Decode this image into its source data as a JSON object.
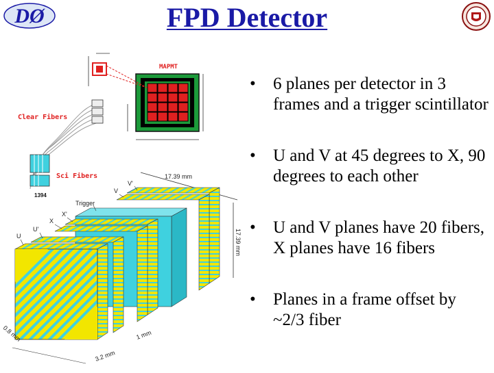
{
  "slide": {
    "title": "FPD Detector",
    "logo_left_text": "DØ",
    "bullet_glyph": "•",
    "bullets": [
      "6 planes per detector in 3 frames and a trigger scintillator",
      "U and V at 45 degrees to X, 90 degrees to each other",
      "U and V planes have 20 fibers, X planes have 16 fibers",
      "Planes in a frame offset by ~2/3 fiber"
    ]
  },
  "diagram": {
    "label_clear_fibers": "Clear Fibers",
    "label_sci_fibers": "Sci Fibers",
    "label_mapmt": "MAPMT",
    "label_trigger": "Trigger",
    "label_v_prime": "V'",
    "label_v": "V",
    "label_x_prime": "X'",
    "label_x": "X",
    "label_u_prime": "U'",
    "label_u": "U",
    "dim_top": "17.39 mm",
    "dim_side": "17.39 mm",
    "dim_1mm": "1 mm",
    "dim_32mm": "3.2 mm",
    "dim_08mm": "0.8 mm",
    "label_1394": "1394"
  },
  "colors": {
    "title": "#1a1aa6",
    "yellow": "#f2e600",
    "cyan": "#3fd1df",
    "red": "#e02020",
    "green": "#1c9a3a"
  }
}
